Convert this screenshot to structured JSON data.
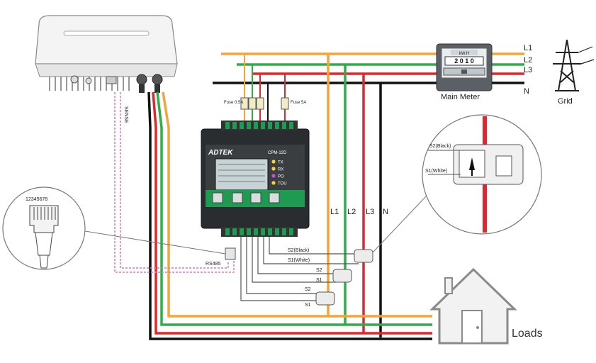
{
  "colors": {
    "L1": "#f5a33c",
    "L2": "#2fae48",
    "L3": "#e2262c",
    "N": "#111111",
    "rs485": "#d979c8",
    "meter_body": "#2a2d2f",
    "meter_green": "#1f9a52"
  },
  "grid_lines": {
    "L1": "L1",
    "L2": "L2",
    "L3": "L3",
    "N": "N"
  },
  "main_meter": {
    "label": "Main Meter",
    "unit": "kW.H",
    "reading": "2 0 1 0"
  },
  "grid_label": "Grid",
  "loads_label": "Loads",
  "inverter": {
    "port_label": "SENSE"
  },
  "fuses": {
    "left": "Fuse 0.5A",
    "right": "Fuse 5A"
  },
  "energy_meter": {
    "brand": "ADTEK",
    "model": "CPM-12D",
    "leds": [
      "TX",
      "RX",
      "PO",
      "TOU"
    ],
    "led_colors": [
      "#f6d23a",
      "#f6d23a",
      "#d04ad8",
      "#f6d23a"
    ]
  },
  "rs485_label": "RS485",
  "rj45_pins": "12345678",
  "vertical_labels": {
    "L1": "L1",
    "L2": "L2",
    "L3": "L3",
    "N": "N"
  },
  "ct_labels": {
    "s2_black": "S2(Black)",
    "s1_white": "S1(White)",
    "s2": "S2",
    "s1": "S1",
    "s2b": "S2",
    "s1b": "S1"
  },
  "ct_detail": {
    "s2": "S2(Black)",
    "s1": "S1(White)"
  }
}
